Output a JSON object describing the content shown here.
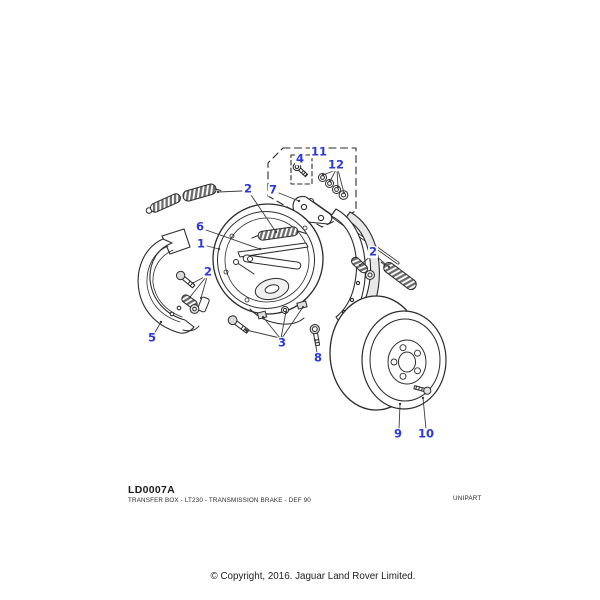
{
  "drawing": {
    "code": "LD0007A",
    "description": "TRANSFER BOX - LT230 - TRANSMISSION BRAKE - DEF 90",
    "brand": "UNIPART",
    "copyright": "© Copyright, 2016. Jaguar Land Rover Limited."
  },
  "colors": {
    "callout": "#2b38dd",
    "line": "#3c3c3c"
  },
  "callouts": {
    "c1": "1",
    "c2_top": "2",
    "c2_left": "2",
    "c2_right": "2",
    "c3": "3",
    "c4": "4",
    "c5": "5",
    "c6": "6",
    "c7": "7",
    "c8": "8",
    "c9": "9",
    "c10": "10",
    "c11": "11",
    "c12": "12"
  }
}
